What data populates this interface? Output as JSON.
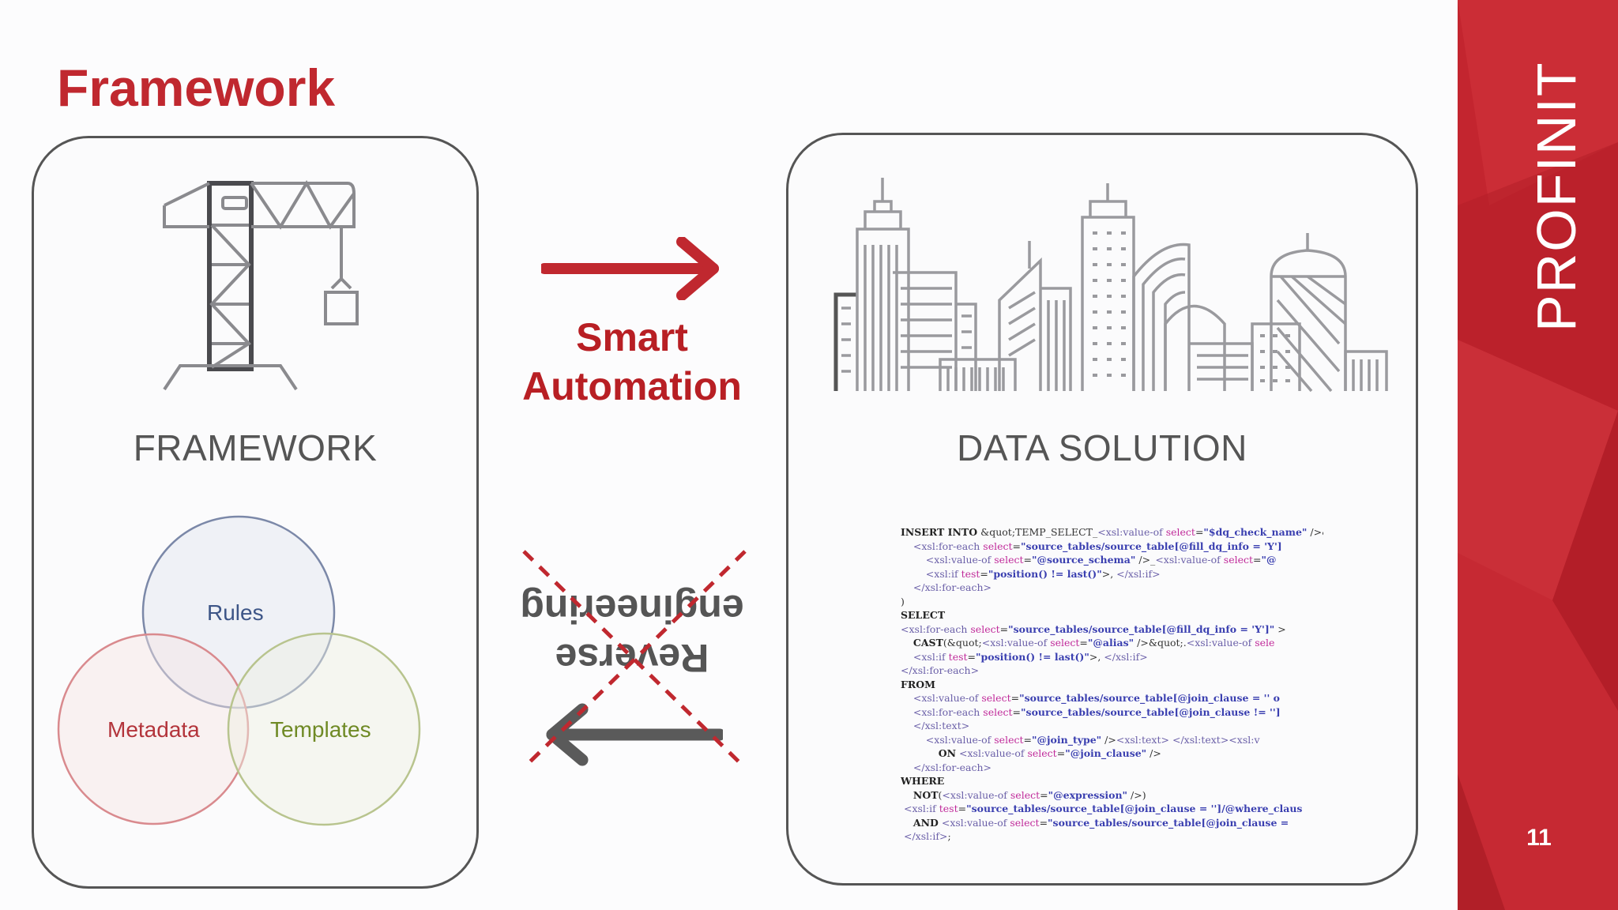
{
  "slide": {
    "title": "Framework",
    "page_number": "11",
    "brand": "PROFINIT"
  },
  "colors": {
    "accent_red": "#c0282f",
    "side_band": "#c3252f",
    "gray": "#555555",
    "rules_circle": "#7b88a8",
    "metadata_circle": "#d98a8e",
    "templates_circle": "#b8c48e"
  },
  "left_panel": {
    "caption": "FRAMEWORK",
    "icon": "crane-icon",
    "venn": {
      "rules": "Rules",
      "metadata": "Metadata",
      "templates": "Templates"
    }
  },
  "right_panel": {
    "caption": "DATA SOLUTION",
    "icon": "city-skyline-icon"
  },
  "middle": {
    "smart_line1": "Smart",
    "smart_line2": "Automation",
    "reverse_line1": "Reverse",
    "reverse_line2": "engineering"
  }
}
